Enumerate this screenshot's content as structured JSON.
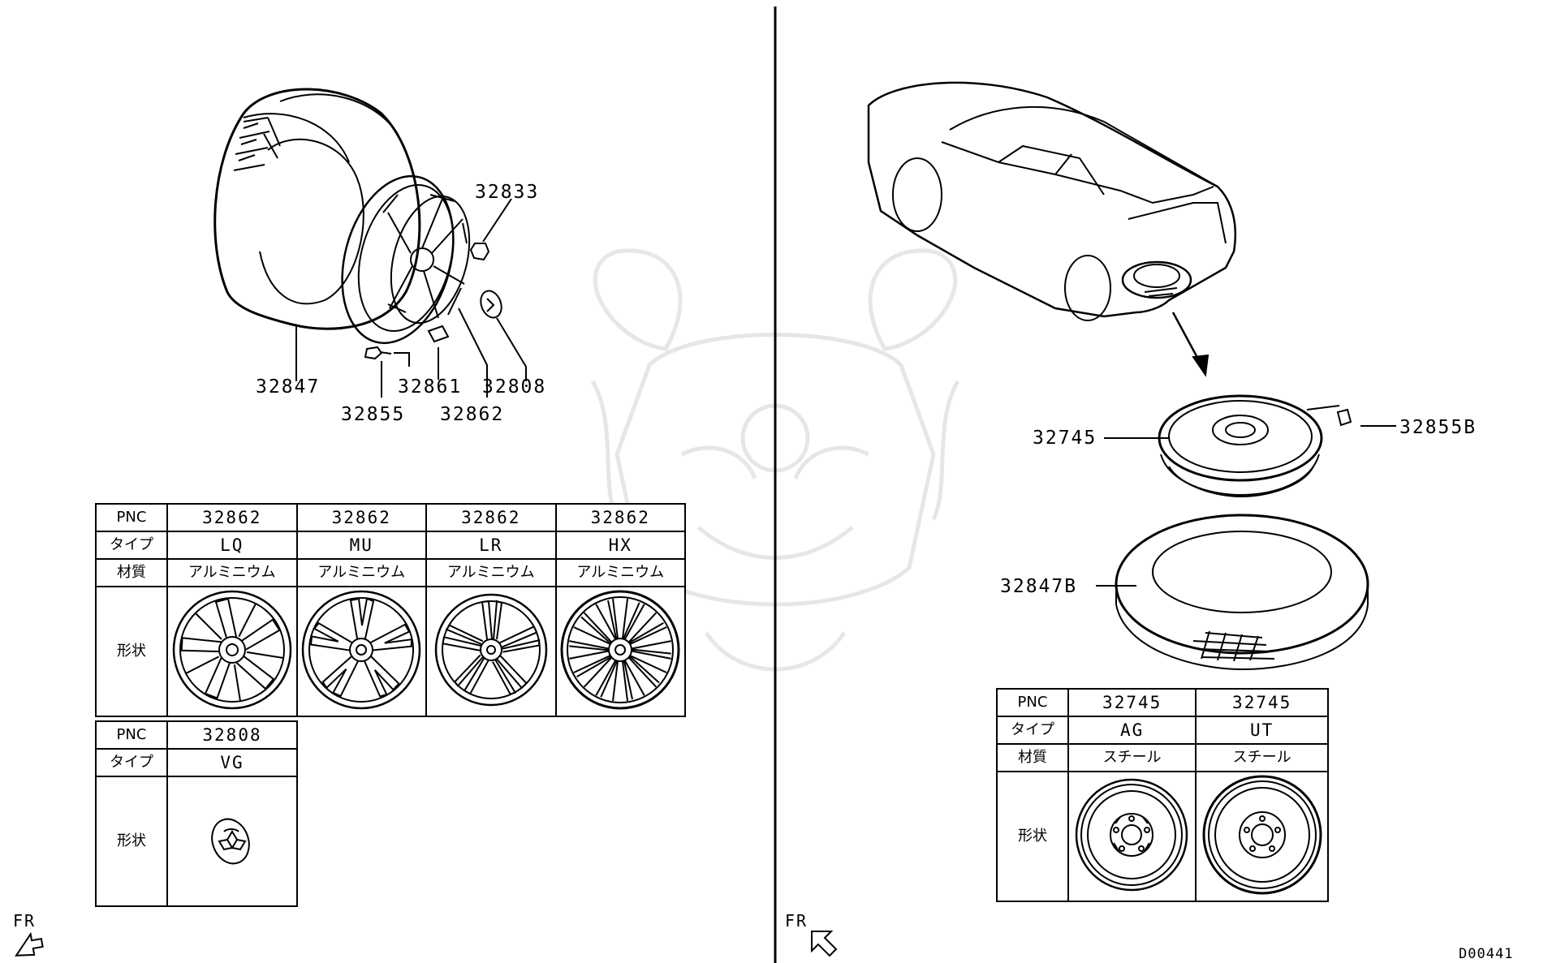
{
  "left_diagram": {
    "callouts": {
      "c32833": "32833",
      "c32847": "32847",
      "c32861": "32861",
      "c32808": "32808",
      "c32855": "32855",
      "c32862": "32862"
    }
  },
  "right_diagram": {
    "callouts": {
      "c32745": "32745",
      "c32855b": "32855B",
      "c32847b": "32847B"
    }
  },
  "wheel_table": {
    "pnc_label": "PNC",
    "type_label": "タイプ",
    "material_label": "材質",
    "shape_label": "形状",
    "columns": [
      {
        "pnc": "32862",
        "type": "LQ",
        "material": "アルミニウム",
        "icon": "wheel-lq-icon"
      },
      {
        "pnc": "32862",
        "type": "MU",
        "material": "アルミニウム",
        "icon": "wheel-mu-icon"
      },
      {
        "pnc": "32862",
        "type": "LR",
        "material": "アルミニウム",
        "icon": "wheel-lr-icon"
      },
      {
        "pnc": "32862",
        "type": "HX",
        "material": "アルミニウム",
        "icon": "wheel-hx-icon"
      }
    ]
  },
  "cap_table": {
    "pnc_label": "PNC",
    "type_label": "タイプ",
    "shape_label": "形状",
    "columns": [
      {
        "pnc": "32808",
        "type": "VG",
        "icon": "center-cap-icon"
      }
    ]
  },
  "spare_table": {
    "pnc_label": "PNC",
    "type_label": "タイプ",
    "material_label": "材質",
    "shape_label": "形状",
    "columns": [
      {
        "pnc": "32745",
        "type": "AG",
        "material": "スチール",
        "icon": "steel-wheel-ag-icon"
      },
      {
        "pnc": "32745",
        "type": "UT",
        "material": "スチール",
        "icon": "steel-wheel-ut-icon"
      }
    ]
  },
  "fr_left": "FR",
  "fr_right": "FR",
  "diagram_code": "D00441"
}
